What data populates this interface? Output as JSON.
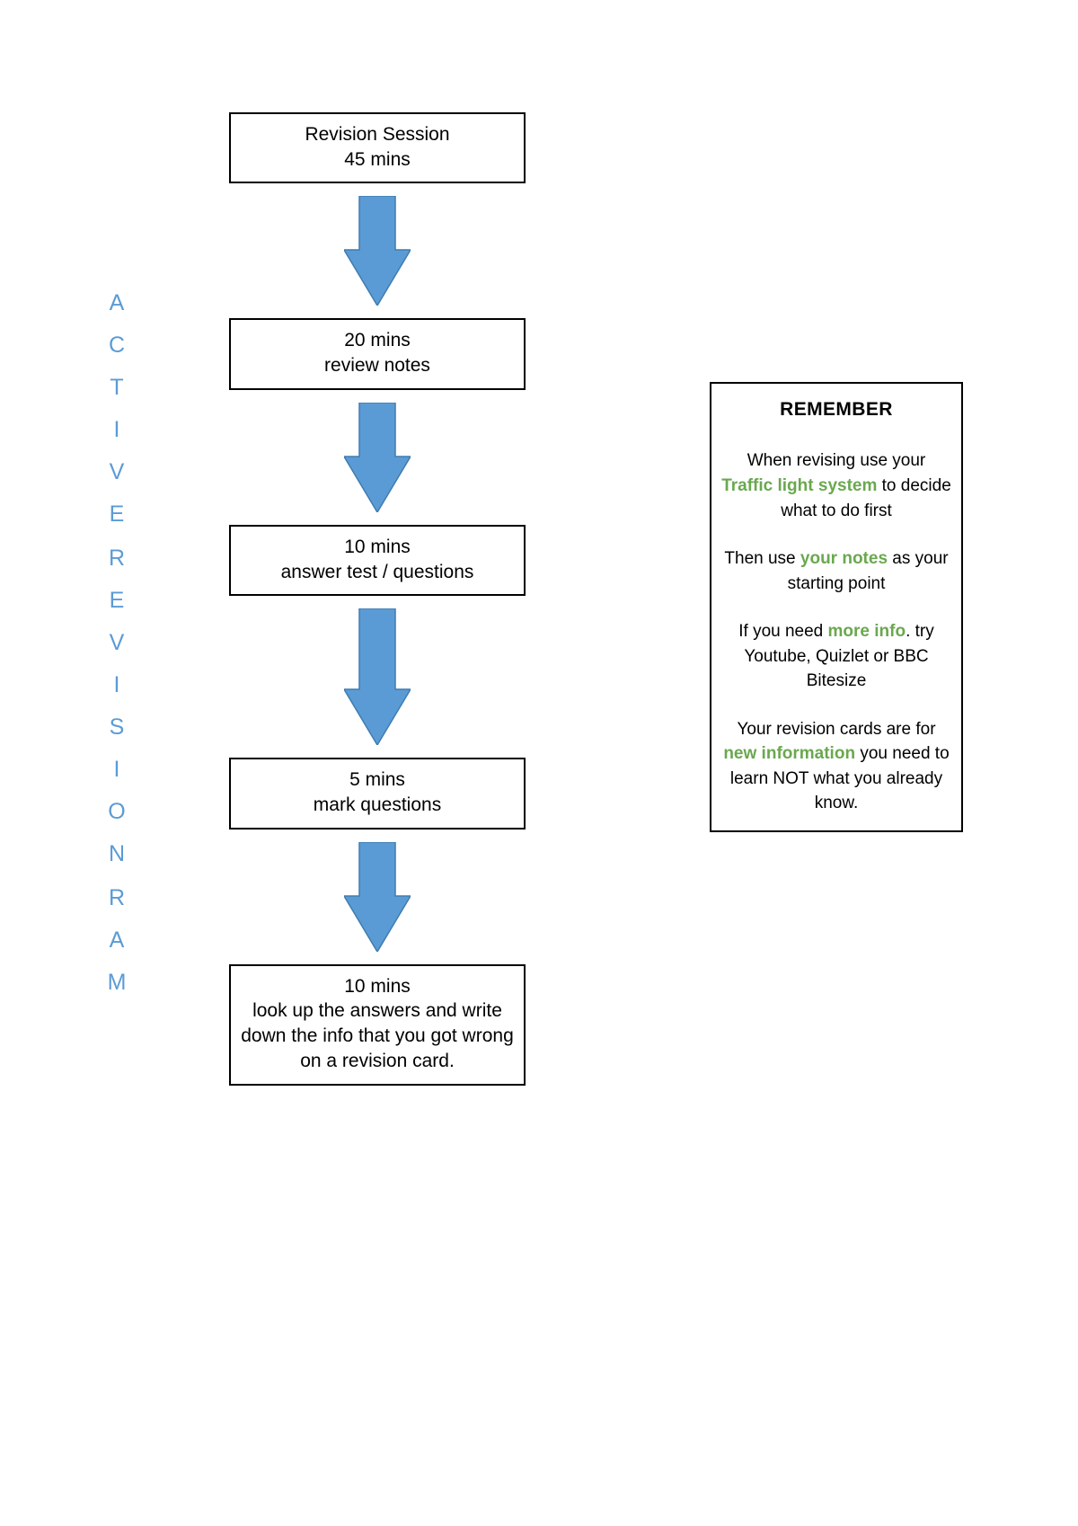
{
  "acronym": {
    "letters": [
      {
        "char": "A",
        "gap_before": false
      },
      {
        "char": "C",
        "gap_before": false
      },
      {
        "char": "T",
        "gap_before": false
      },
      {
        "char": "I",
        "gap_before": false
      },
      {
        "char": "V",
        "gap_before": false
      },
      {
        "char": "E",
        "gap_before": false
      },
      {
        "char": "R",
        "gap_before": true
      },
      {
        "char": "E",
        "gap_before": false
      },
      {
        "char": "V",
        "gap_before": false
      },
      {
        "char": "I",
        "gap_before": false
      },
      {
        "char": "S",
        "gap_before": false
      },
      {
        "char": "I",
        "gap_before": false
      },
      {
        "char": "O",
        "gap_before": false
      },
      {
        "char": "N",
        "gap_before": false
      },
      {
        "char": "R",
        "gap_before": true
      },
      {
        "char": "A",
        "gap_before": false
      },
      {
        "char": "M",
        "gap_before": false
      }
    ],
    "color": "#5b9bd5",
    "text": "ACTIVE REVISION RAM"
  },
  "flow": {
    "arrow_color": "#5b9bd5",
    "arrow_name": "down-arrow-icon",
    "steps": [
      {
        "name": "revision-session",
        "lines": [
          "Revision Session",
          "45 mins"
        ],
        "height": 63,
        "gap_after": 150
      },
      {
        "name": "review-notes",
        "lines": [
          "20 mins",
          "review notes"
        ],
        "height": 63,
        "gap_after": 150
      },
      {
        "name": "answer-test-questions",
        "lines": [
          "10 mins",
          "answer test / questions"
        ],
        "height": 63,
        "gap_after": 180
      },
      {
        "name": "mark-questions",
        "lines": [
          "5 mins",
          "mark questions"
        ],
        "height": 63,
        "gap_after": 150
      },
      {
        "name": "write-revision-card",
        "lines": [
          "10 mins",
          "look up the answers and write",
          "down the info that you got wrong",
          "on a revision card."
        ],
        "height": 120,
        "gap_after": 0
      }
    ]
  },
  "remember": {
    "title": "REMEMBER",
    "paragraphs": [
      [
        {
          "t": "When revising use your ",
          "hl": false
        },
        {
          "t": "Traffic light system",
          "hl": true
        },
        {
          "t": " to decide what to do first",
          "hl": false
        }
      ],
      [
        {
          "t": "Then use ",
          "hl": false
        },
        {
          "t": "your notes",
          "hl": true
        },
        {
          "t": " as your starting point",
          "hl": false
        }
      ],
      [
        {
          "t": "If you need ",
          "hl": false
        },
        {
          "t": "more info",
          "hl": true
        },
        {
          "t": ". try Youtube, Quizlet or BBC Bitesize",
          "hl": false
        }
      ],
      [
        {
          "t": "Your revision cards are for ",
          "hl": false
        },
        {
          "t": "new information",
          "hl": true
        },
        {
          "t": " you need to learn NOT what you already know.",
          "hl": false
        }
      ]
    ],
    "highlight_color": "#6aa84f"
  }
}
